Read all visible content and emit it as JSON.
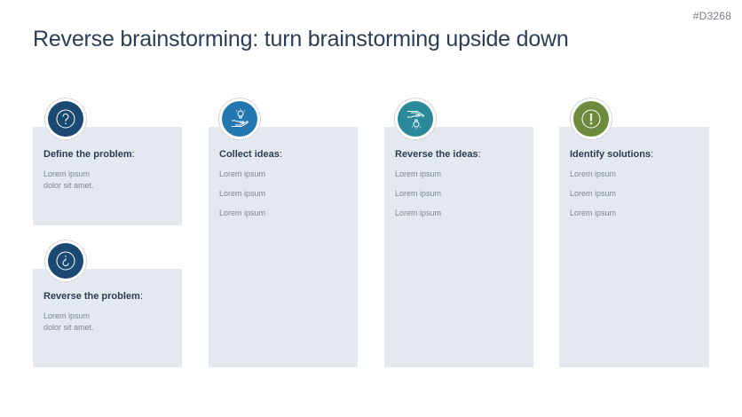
{
  "slide": {
    "code": "#D3268",
    "title": "Reverse brainstorming: turn brainstorming upside down"
  },
  "colors": {
    "title": "#2c3e55",
    "card_bg": "#e4e8ef",
    "navy": "#1a4a73",
    "blue": "#2377b0",
    "teal": "#2a8a9a",
    "olive": "#6e8b3d"
  },
  "cards": [
    {
      "icon": "question-mark-icon",
      "title": "Define the problem",
      "colon": ":",
      "body": [
        "Lorem ipsum",
        "dolor sit amet."
      ]
    },
    {
      "icon": "inverted-question-mark-icon",
      "title": "Reverse the problem",
      "colon": ":",
      "body": [
        "Lorem ipsum",
        "dolor sit amet."
      ]
    },
    {
      "icon": "hand-lightbulb-icon",
      "title": "Collect ideas",
      "colon": ":",
      "lines": [
        "Lorem ipsum",
        "Lorem ipsum",
        "Lorem ipsum"
      ]
    },
    {
      "icon": "inverted-hand-lightbulb-icon",
      "title": "Reverse the ideas",
      "colon": ":",
      "lines": [
        "Lorem ipsum",
        "Lorem ipsum",
        "Lorem ipsum"
      ]
    },
    {
      "icon": "exclamation-mark-icon",
      "title": "Identify solutions",
      "colon": ":",
      "lines": [
        "Lorem ipsum",
        "Lorem ipsum",
        "Lorem ipsum"
      ]
    }
  ]
}
